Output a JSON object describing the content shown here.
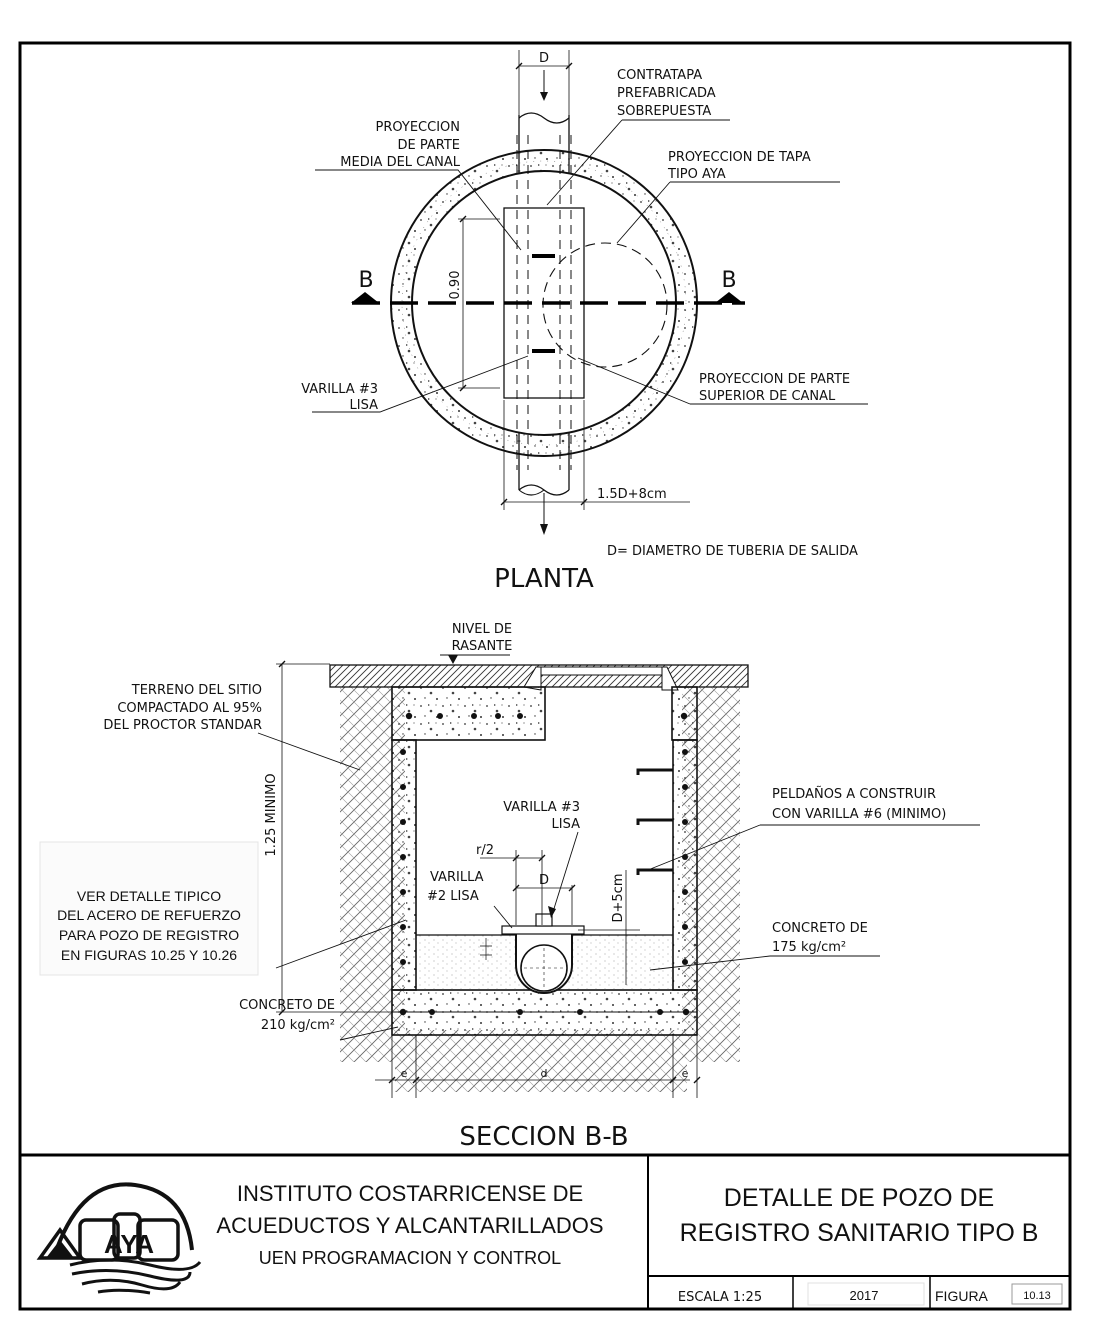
{
  "plan": {
    "title": "PLANTA",
    "dim_d": "D",
    "contratapa": [
      "CONTRATAPA",
      "PREFABRICADA",
      "SOBREPUESTA"
    ],
    "proyeccion_media": [
      "PROYECCION",
      "DE PARTE",
      "MEDIA DEL CANAL"
    ],
    "proyeccion_tapa": [
      "PROYECCION DE TAPA",
      "TIPO AYA"
    ],
    "section_mark_left": "B",
    "section_mark_right": "B",
    "dim_090": "0.90",
    "varilla": [
      "VARILLA #3",
      "LISA"
    ],
    "proyeccion_superior": [
      "PROYECCION DE PARTE",
      "SUPERIOR DE CANAL"
    ],
    "dim_width": "1.5D+8cm",
    "d_note": "D= DIAMETRO DE TUBERIA DE SALIDA"
  },
  "section": {
    "title": "SECCION B-B",
    "nivel": [
      "NIVEL DE",
      "RASANTE"
    ],
    "terreno": [
      "TERRENO DEL SITIO",
      "COMPACTADO AL 95%",
      "DEL PROCTOR STANDAR"
    ],
    "dim_minimo": "1.25 MINIMO",
    "varilla3": [
      "VARILLA #3",
      "LISA"
    ],
    "r2": "r/2",
    "varilla2": [
      "VARILLA",
      "#2 LISA"
    ],
    "dim_d": "D",
    "dim_d5": "D+5cm",
    "peldanos": [
      "PELDAÑOS A CONSTRUIR",
      "CON VARILLA #6 (MINIMO)"
    ],
    "concreto175": [
      "CONCRETO DE",
      "175 kg/cm²"
    ],
    "concreto210": [
      "CONCRETO DE",
      "210 kg/cm²"
    ],
    "ver_detalle": [
      "VER DETALLE TIPICO",
      "DEL ACERO DE REFUERZO",
      "PARA POZO DE REGISTRO",
      "EN FIGURAS 10.25 Y 10.26"
    ],
    "dim_e1": "e",
    "dim_dd": "d",
    "dim_e2": "e"
  },
  "title_block": {
    "logo_text": "AYA",
    "institute": [
      "INSTITUTO COSTARRICENSE DE",
      "ACUEDUCTOS Y ALCANTARILLADOS"
    ],
    "unit": "UEN PROGRAMACION Y CONTROL",
    "drawing_title": [
      "DETALLE DE POZO DE",
      "REGISTRO SANITARIO TIPO B"
    ],
    "escala": "ESCALA 1:25",
    "year": "2017",
    "figura_label": "FIGURA",
    "figura_number": "10.13"
  }
}
